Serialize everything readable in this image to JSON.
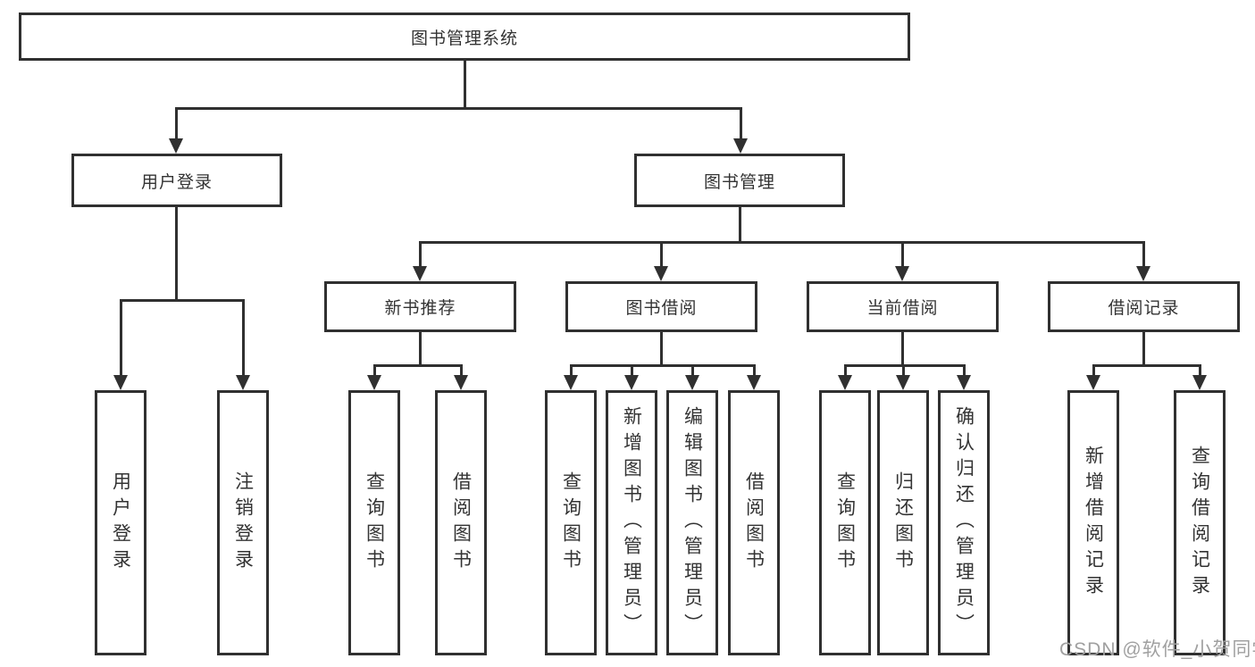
{
  "diagram": {
    "root_label": "图书管理系统",
    "level2": [
      "用户登录",
      "图书管理"
    ],
    "level3": [
      "新书推荐",
      "图书借阅",
      "当前借阅",
      "借阅记录"
    ],
    "leaves_user_login": [
      "用户登录",
      "注销登录"
    ],
    "leaves_new_book": [
      "查询图书",
      "借阅图书"
    ],
    "leaves_book_borrow": [
      "查询图书",
      "新增图书（管理员）",
      "编辑图书（管理员）",
      "借阅图书"
    ],
    "leaves_current_borrow": [
      "查询图书",
      "归还图书",
      "确认归还（管理员）"
    ],
    "leaves_borrow_record": [
      "新增借阅记录",
      "查询借阅记录"
    ]
  },
  "watermark": "CSDN @软件_小贺同学",
  "colors": {
    "line": "#303030",
    "text": "#333333",
    "watermark": "#a0a0a0",
    "background": "#ffffff"
  }
}
